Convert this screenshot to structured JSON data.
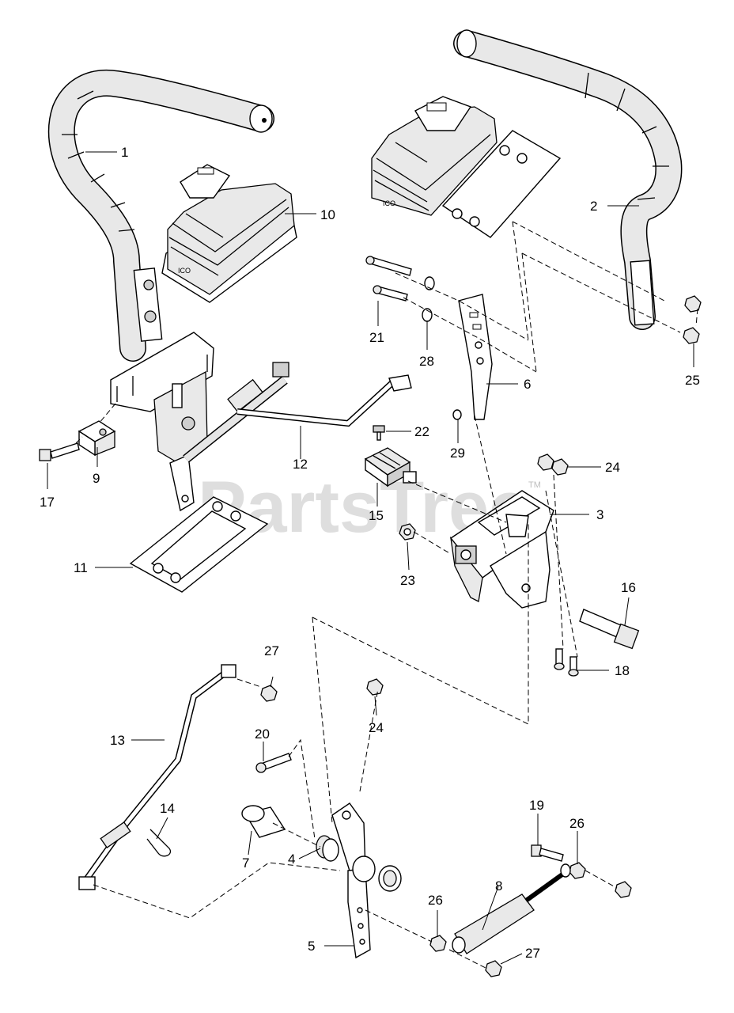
{
  "watermark": {
    "text": "PartsTree",
    "trademark": "TM"
  },
  "callouts": [
    {
      "id": "c1",
      "label": "1"
    },
    {
      "id": "c2",
      "label": "2"
    },
    {
      "id": "c3",
      "label": "3"
    },
    {
      "id": "c4",
      "label": "4"
    },
    {
      "id": "c5",
      "label": "5"
    },
    {
      "id": "c6",
      "label": "6"
    },
    {
      "id": "c7",
      "label": "7"
    },
    {
      "id": "c8",
      "label": "8"
    },
    {
      "id": "c9",
      "label": "9"
    },
    {
      "id": "c10",
      "label": "10"
    },
    {
      "id": "c11",
      "label": "11"
    },
    {
      "id": "c12",
      "label": "12"
    },
    {
      "id": "c13",
      "label": "13"
    },
    {
      "id": "c14",
      "label": "14"
    },
    {
      "id": "c15",
      "label": "15"
    },
    {
      "id": "c16",
      "label": "16"
    },
    {
      "id": "c17",
      "label": "17"
    },
    {
      "id": "c18",
      "label": "18"
    },
    {
      "id": "c19",
      "label": "19"
    },
    {
      "id": "c20",
      "label": "20"
    },
    {
      "id": "c21",
      "label": "21"
    },
    {
      "id": "c22",
      "label": "22"
    },
    {
      "id": "c23",
      "label": "23"
    },
    {
      "id": "c24a",
      "label": "24"
    },
    {
      "id": "c24b",
      "label": "24"
    },
    {
      "id": "c25",
      "label": "25"
    },
    {
      "id": "c26a",
      "label": "26"
    },
    {
      "id": "c26b",
      "label": "26"
    },
    {
      "id": "c27a",
      "label": "27"
    },
    {
      "id": "c27b",
      "label": "27"
    },
    {
      "id": "c28",
      "label": "28"
    },
    {
      "id": "c29",
      "label": "29"
    }
  ]
}
